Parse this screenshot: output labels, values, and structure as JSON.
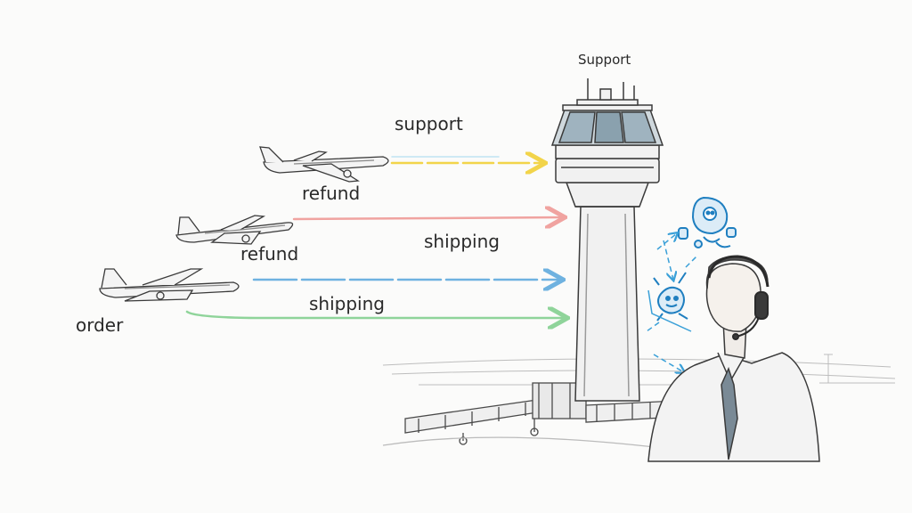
{
  "tower": {
    "label": "Support"
  },
  "routes": [
    {
      "id": "support",
      "label": "support",
      "color": "#f2d44a"
    },
    {
      "id": "refund",
      "label": "refund",
      "color": "#f0a3a0"
    },
    {
      "id": "shipping",
      "label": "shipping",
      "color": "#6fb2e0"
    },
    {
      "id": "shipping2",
      "label": "shipping",
      "color": "#8fd49a"
    }
  ],
  "planes": [
    {
      "label": "refund"
    },
    {
      "label": "refund"
    },
    {
      "label": "order"
    }
  ],
  "colors": {
    "sketch": "#3a3a3a",
    "ai_icon": "#1f7fc0"
  },
  "icons": [
    "airplane-icon",
    "control-tower-icon",
    "robot-icon",
    "headset-icon"
  ]
}
